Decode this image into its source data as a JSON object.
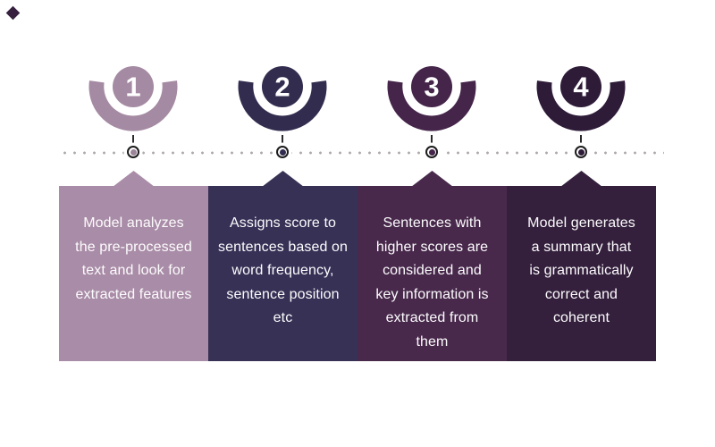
{
  "background_color": "#ffffff",
  "text_color": "#fdfcfd",
  "decor": {
    "corner_diamond_color": "#37203f"
  },
  "timeline": {
    "dot_color": "#aea8aa",
    "tick_color": "#2b2b2b",
    "marker_ring_color": "#1c1c1c"
  },
  "steps": [
    {
      "number": "1",
      "description": "Model analyzes\nthe pre-processed\ntext and look for\nextracted features",
      "colors": {
        "badge": "#a48aa2",
        "box": "#a98ca7",
        "marker_dot": "#9b8398"
      }
    },
    {
      "number": "2",
      "description": "Assigns score to\nsentences based on\nword frequency,\nsentence position\netc",
      "colors": {
        "badge": "#322d4f",
        "box": "#373156",
        "marker_dot": "#322d4f"
      }
    },
    {
      "number": "3",
      "description": "Sentences with\nhigher scores are\nconsidered and\nkey information is\nextracted from\nthem",
      "colors": {
        "badge": "#45254a",
        "box": "#48294c",
        "marker_dot": "#45254a"
      }
    },
    {
      "number": "4",
      "description": "Model generates\na summary that\nis grammatically\ncorrect and\ncoherent",
      "colors": {
        "badge": "#2e1b38",
        "box": "#34203d",
        "marker_dot": "#2e1b38"
      }
    }
  ]
}
